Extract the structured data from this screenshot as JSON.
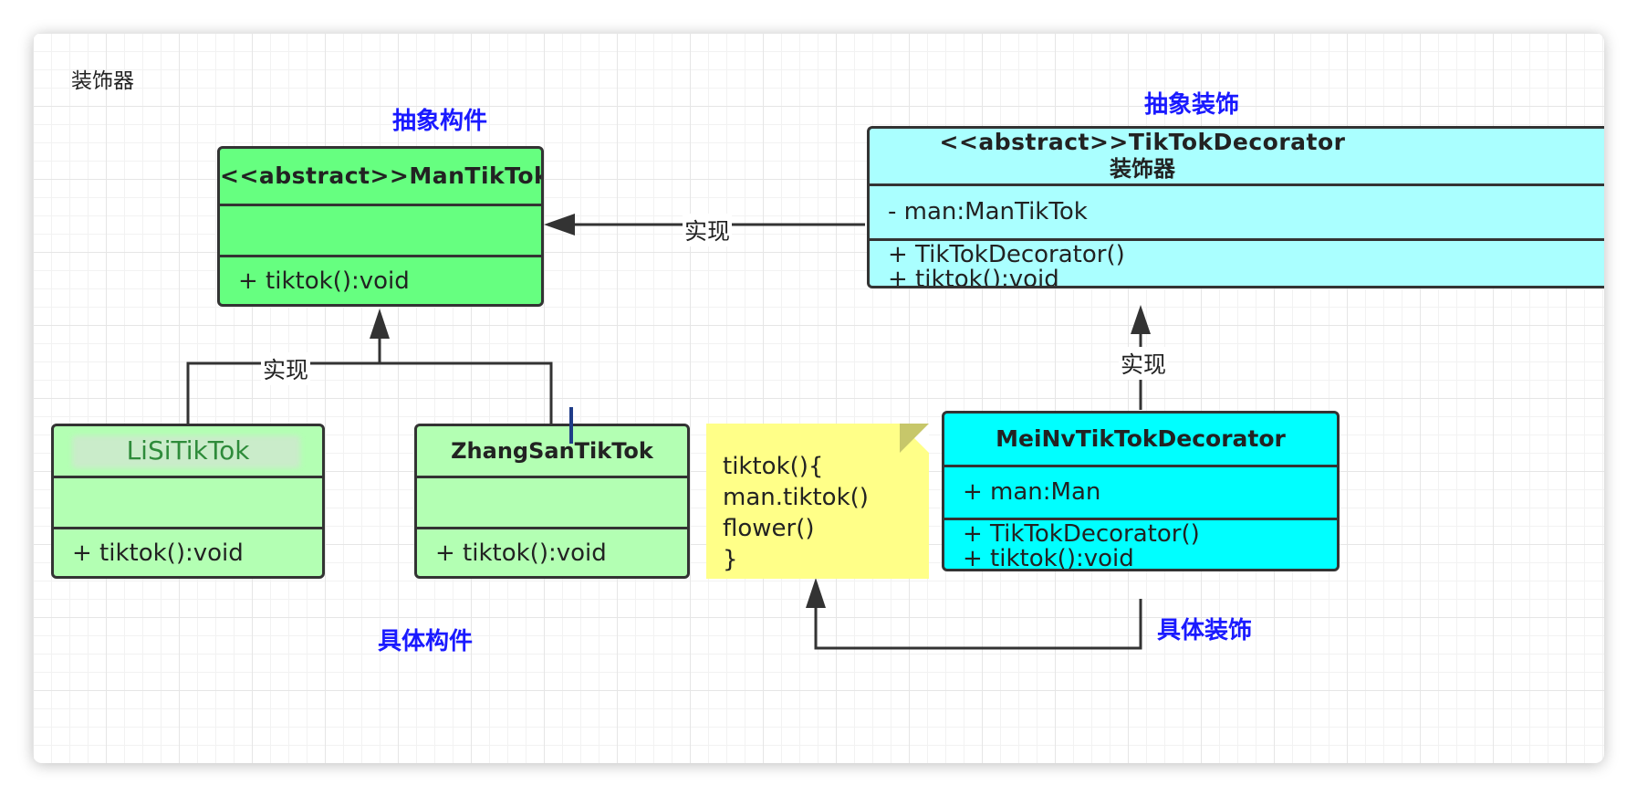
{
  "page_title": "装饰器",
  "labels": {
    "abstract_component": "抽象构件",
    "abstract_decorator": "抽象装饰",
    "concrete_component": "具体构件",
    "concrete_decorator": "具体装饰"
  },
  "classes": {
    "man_tiktok": {
      "title": "<<abstract>>ManTikTok",
      "methods": [
        "+ tiktok():void"
      ],
      "fill": "#66ff80"
    },
    "tiktok_decorator": {
      "title": "<<abstract>>TikTokDecorator",
      "subtitle": "装饰器",
      "fields": [
        "- man:ManTikTok"
      ],
      "methods": [
        "+ TikTokDecorator()",
        "+ tiktok():void"
      ],
      "fill": "#aaffff"
    },
    "lisi": {
      "title": "LiSiTikTok",
      "methods": [
        "+ tiktok():void"
      ],
      "fill": "#b3ffb3"
    },
    "zhangsan": {
      "title": "ZhangSanTikTok",
      "methods": [
        "+ tiktok():void"
      ],
      "fill": "#b3ffb3"
    },
    "meinv": {
      "title": "MeiNvTikTokDecorator",
      "fields": [
        "+ man:Man"
      ],
      "methods": [
        "+ TikTokDecorator()",
        "+ tiktok():void"
      ],
      "fill": "#00ffff"
    }
  },
  "note": {
    "lines": [
      "tiktok(){",
      "man.tiktok()",
      "flower()",
      "}"
    ],
    "fill": "#ffff88"
  },
  "edges": {
    "decorator_to_component": "实现",
    "concrete_to_component": "实现",
    "concrete_decorator_to_decorator": "实现"
  },
  "colors": {
    "stereotype_label": "#1a1aff",
    "line": "#333333"
  }
}
